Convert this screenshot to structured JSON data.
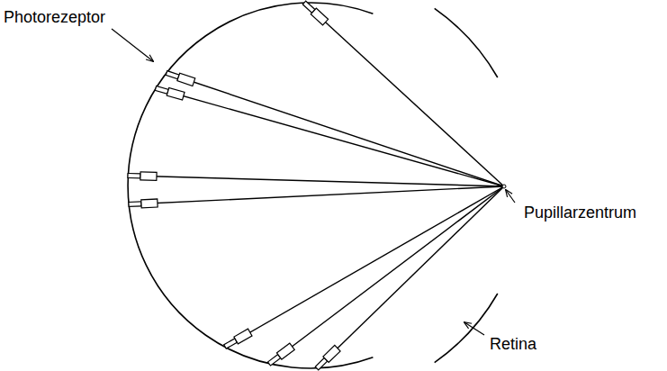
{
  "diagram": {
    "labels": [
      "Photorezeptor",
      "Pupillarzentrum",
      "Retina"
    ]
  }
}
